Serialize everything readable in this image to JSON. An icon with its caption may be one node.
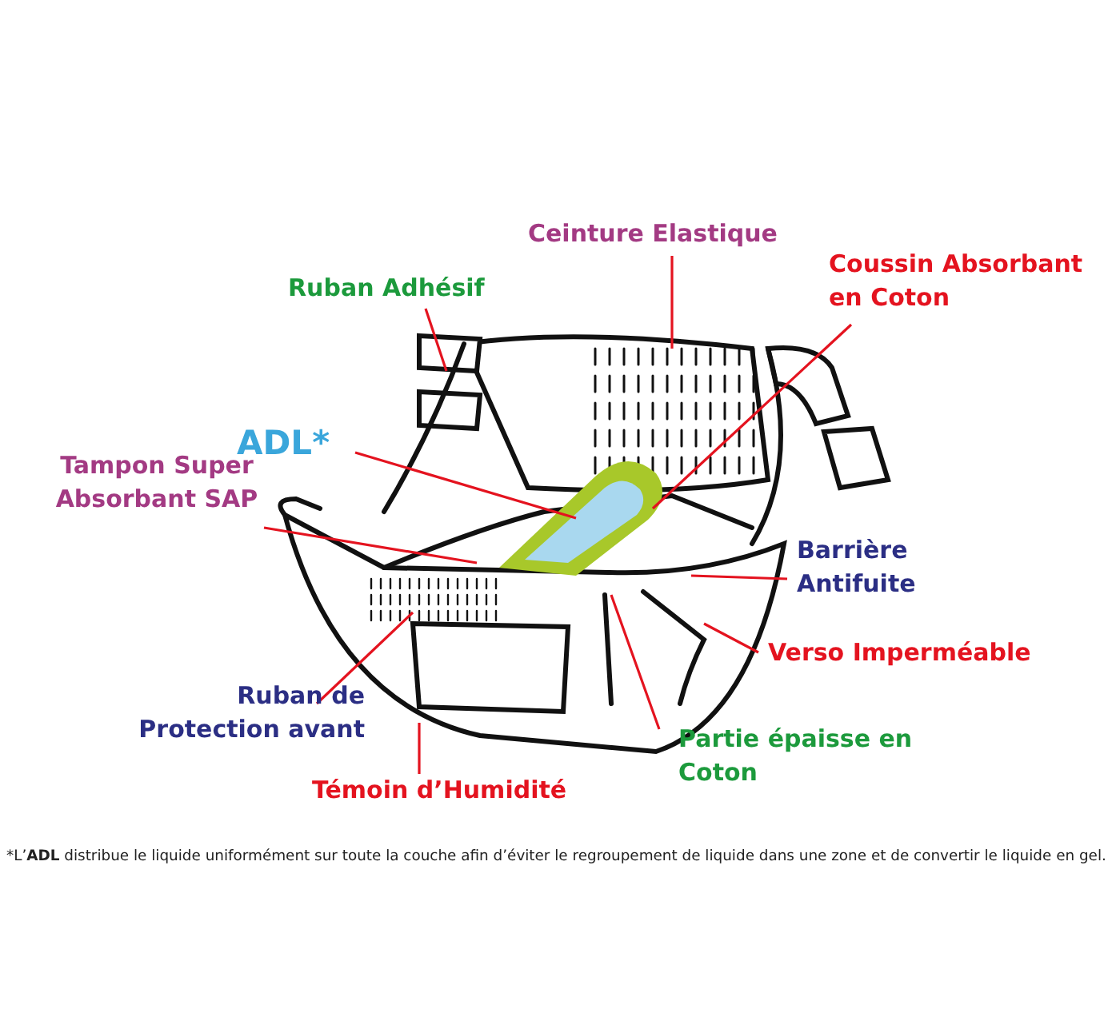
{
  "diagram": {
    "caption": "*L’**ADL** distribue le liquide uniformément sur toute la couche afin d’éviter le regroupement de liquide dans une zone et de convertir le liquide en gel.",
    "nodes": [
      {
        "text": [
          "Ceinture Elastique"
        ]
      },
      {
        "text": [
          "Coussin Absorbant en Coton"
        ]
      },
      {
        "text": [
          "Ruban Adhésif"
        ]
      },
      {
        "text": [
          "ADL*"
        ]
      },
      {
        "text": [
          "Tampon Super Absorbant SAP"
        ]
      },
      {
        "text": [
          "Barrière Antifuite"
        ]
      },
      {
        "text": [
          "Verso Imperméable"
        ]
      },
      {
        "text": [
          "Ruban de Protection avant"
        ]
      },
      {
        "text": [
          "Partie épaisse en Coton"
        ]
      },
      {
        "text": [
          "Témoin d’Humidité"
        ]
      }
    ],
    "edges": [
      {
        "from": 0,
        "to": null,
        "arrow": "none"
      },
      {
        "from": 1,
        "to": null,
        "arrow": "none"
      },
      {
        "from": 2,
        "to": null,
        "arrow": "none"
      },
      {
        "from": 3,
        "to": null,
        "arrow": "none"
      },
      {
        "from": 4,
        "to": null,
        "arrow": "none"
      },
      {
        "from": 5,
        "to": null,
        "arrow": "none"
      },
      {
        "from": 6,
        "to": null,
        "arrow": "none"
      },
      {
        "from": 7,
        "to": null,
        "arrow": "none"
      },
      {
        "from": 8,
        "to": null,
        "arrow": "none"
      },
      {
        "from": 9,
        "to": null,
        "arrow": "none"
      }
    ]
  }
}
